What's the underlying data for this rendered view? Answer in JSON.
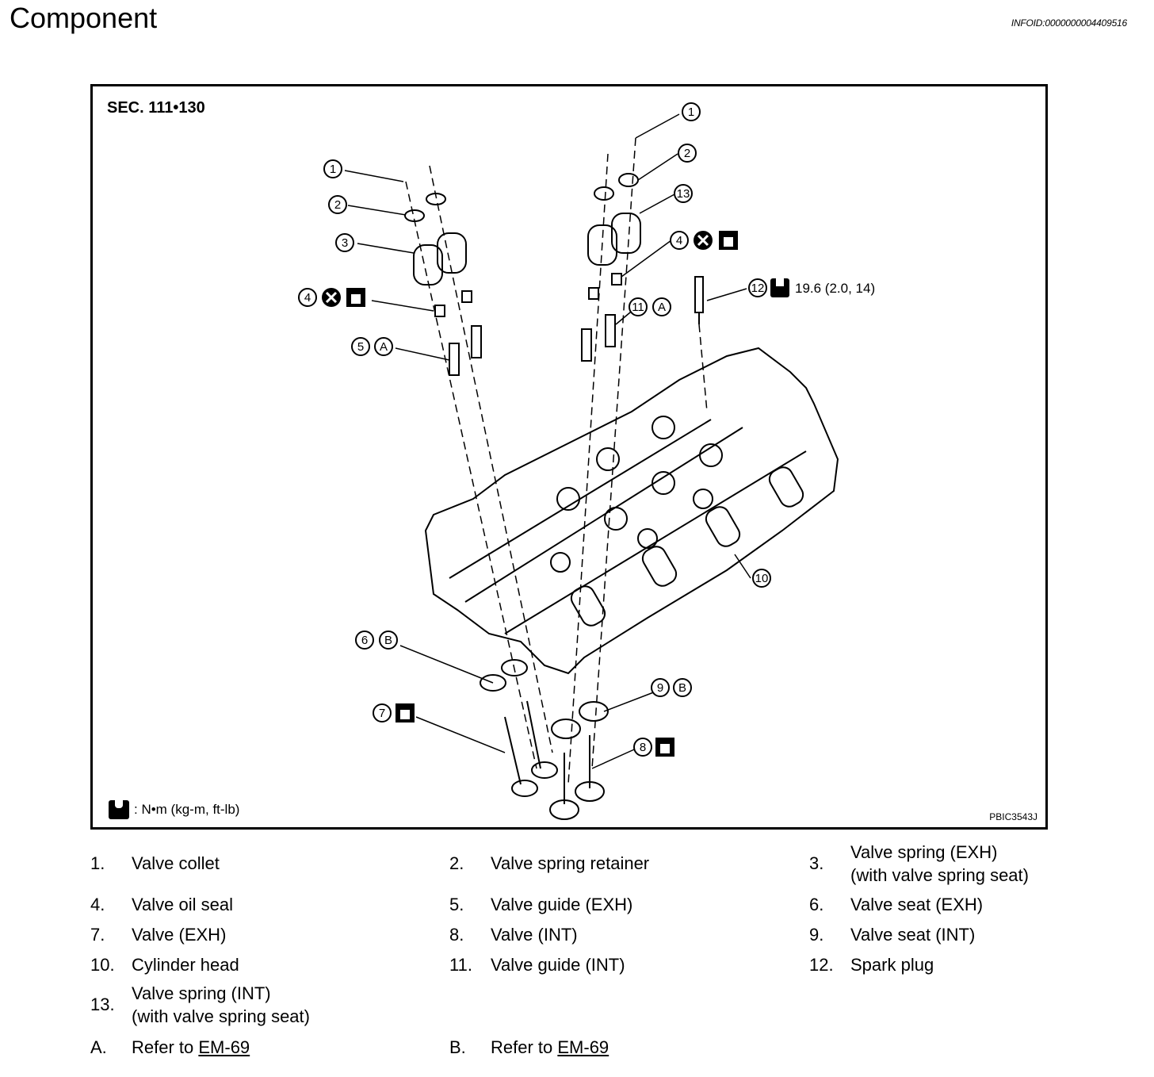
{
  "header": {
    "title": "Component",
    "info_id": "INFOID:0000000004409516"
  },
  "figure": {
    "section": "SEC. 111•130",
    "torque_value": "19.6 (2.0, 14)",
    "unit_note": ": N•m (kg-m, ft-lb)",
    "figure_id": "PBIC3543J",
    "callouts": [
      "1",
      "2",
      "3",
      "4",
      "5",
      "6",
      "7",
      "8",
      "9",
      "10",
      "11",
      "12",
      "13"
    ],
    "letters": [
      "A",
      "B"
    ]
  },
  "legend": {
    "items": [
      {
        "num": "1.",
        "label": "Valve collet"
      },
      {
        "num": "2.",
        "label": "Valve spring retainer"
      },
      {
        "num": "3.",
        "label": "Valve spring (EXH)",
        "label2": "(with valve spring seat)"
      },
      {
        "num": "4.",
        "label": "Valve oil seal"
      },
      {
        "num": "5.",
        "label": "Valve guide (EXH)"
      },
      {
        "num": "6.",
        "label": "Valve seat (EXH)"
      },
      {
        "num": "7.",
        "label": "Valve (EXH)"
      },
      {
        "num": "8.",
        "label": "Valve (INT)"
      },
      {
        "num": "9.",
        "label": "Valve seat (INT)"
      },
      {
        "num": "10.",
        "label": "Cylinder head"
      },
      {
        "num": "11.",
        "label": "Valve guide (INT)"
      },
      {
        "num": "12.",
        "label": "Spark plug"
      },
      {
        "num": "13.",
        "label": "Valve spring (INT)",
        "label2": "(with valve spring seat)"
      },
      {
        "num": "A.",
        "prefix": "Refer to ",
        "link": "EM-69"
      },
      {
        "num": "B.",
        "prefix": "Refer to ",
        "link": "EM-69"
      }
    ]
  }
}
